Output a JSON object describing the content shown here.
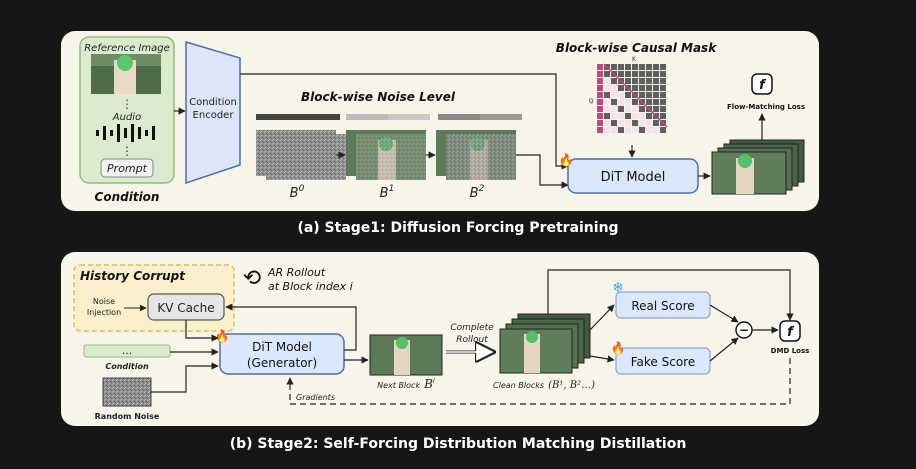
{
  "stage1": {
    "caption": "(a) Stage1: Diffusion Forcing Pretraining",
    "reference_image_label": "Reference Image",
    "ellipsis": "⋮",
    "audio_label": "Audio",
    "prompt_label": "Prompt",
    "condition_label": "Condition",
    "encoder_label_line1": "Condition",
    "encoder_label_line2": "Encoder",
    "noise_title": "Block-wise Noise Level",
    "mask_title": "Block-wise Causal Mask",
    "mask_k": "K",
    "mask_q": "Q",
    "block_labels": [
      "B",
      "B",
      "B"
    ],
    "block_superscripts": [
      "0",
      "1",
      "2"
    ],
    "dit_label": "DiT Model",
    "loss_symbol": "f",
    "loss_label": "Flow-Matching Loss",
    "fire_icon": "🔥"
  },
  "stage2": {
    "caption": "(b) Stage2: Self-Forcing Distribution Matching Distillation",
    "history_title": "History Corrupt",
    "noise_injection_line1": "Noise",
    "noise_injection_line2": "Injection",
    "kv_cache_label": "KV Cache",
    "ar_line1": "AR Rollout",
    "ar_line2": "at Block index i",
    "dit_line1": "DiT Model",
    "dit_line2": "(Generator)",
    "condition_dots": "...",
    "condition_label": "Condition",
    "random_noise_label": "Random Noise",
    "gradients_label": "Gradients",
    "complete_line1": "Complete",
    "complete_line2": "Rollout",
    "next_block_label": "Next Block",
    "next_block_symbol": "B",
    "next_block_sup": "i",
    "clean_blocks_label": "Clean Blocks",
    "clean_blocks_formula": "(B¹, B²…)",
    "real_score_label": "Real Score",
    "fake_score_label": "Fake Score",
    "minus_symbol": "−",
    "loss_symbol": "f",
    "loss_label": "DMD Loss",
    "snow_icon": "❄",
    "fire_icon": "🔥",
    "loop_icon": "⟲"
  },
  "colors": {
    "background": "#161616",
    "panel": "#f7f4ea",
    "condition_green": "#dcebd0",
    "encoder_blue": "#dce6f8",
    "dit_blue": "#dbe7fb",
    "history_yellow": "#fbf0cc",
    "history_border": "#e6bd4c",
    "mask_pink": "#c4467e",
    "mask_light": "#f6e2ea",
    "mask_gray": "#5f5f5f"
  }
}
